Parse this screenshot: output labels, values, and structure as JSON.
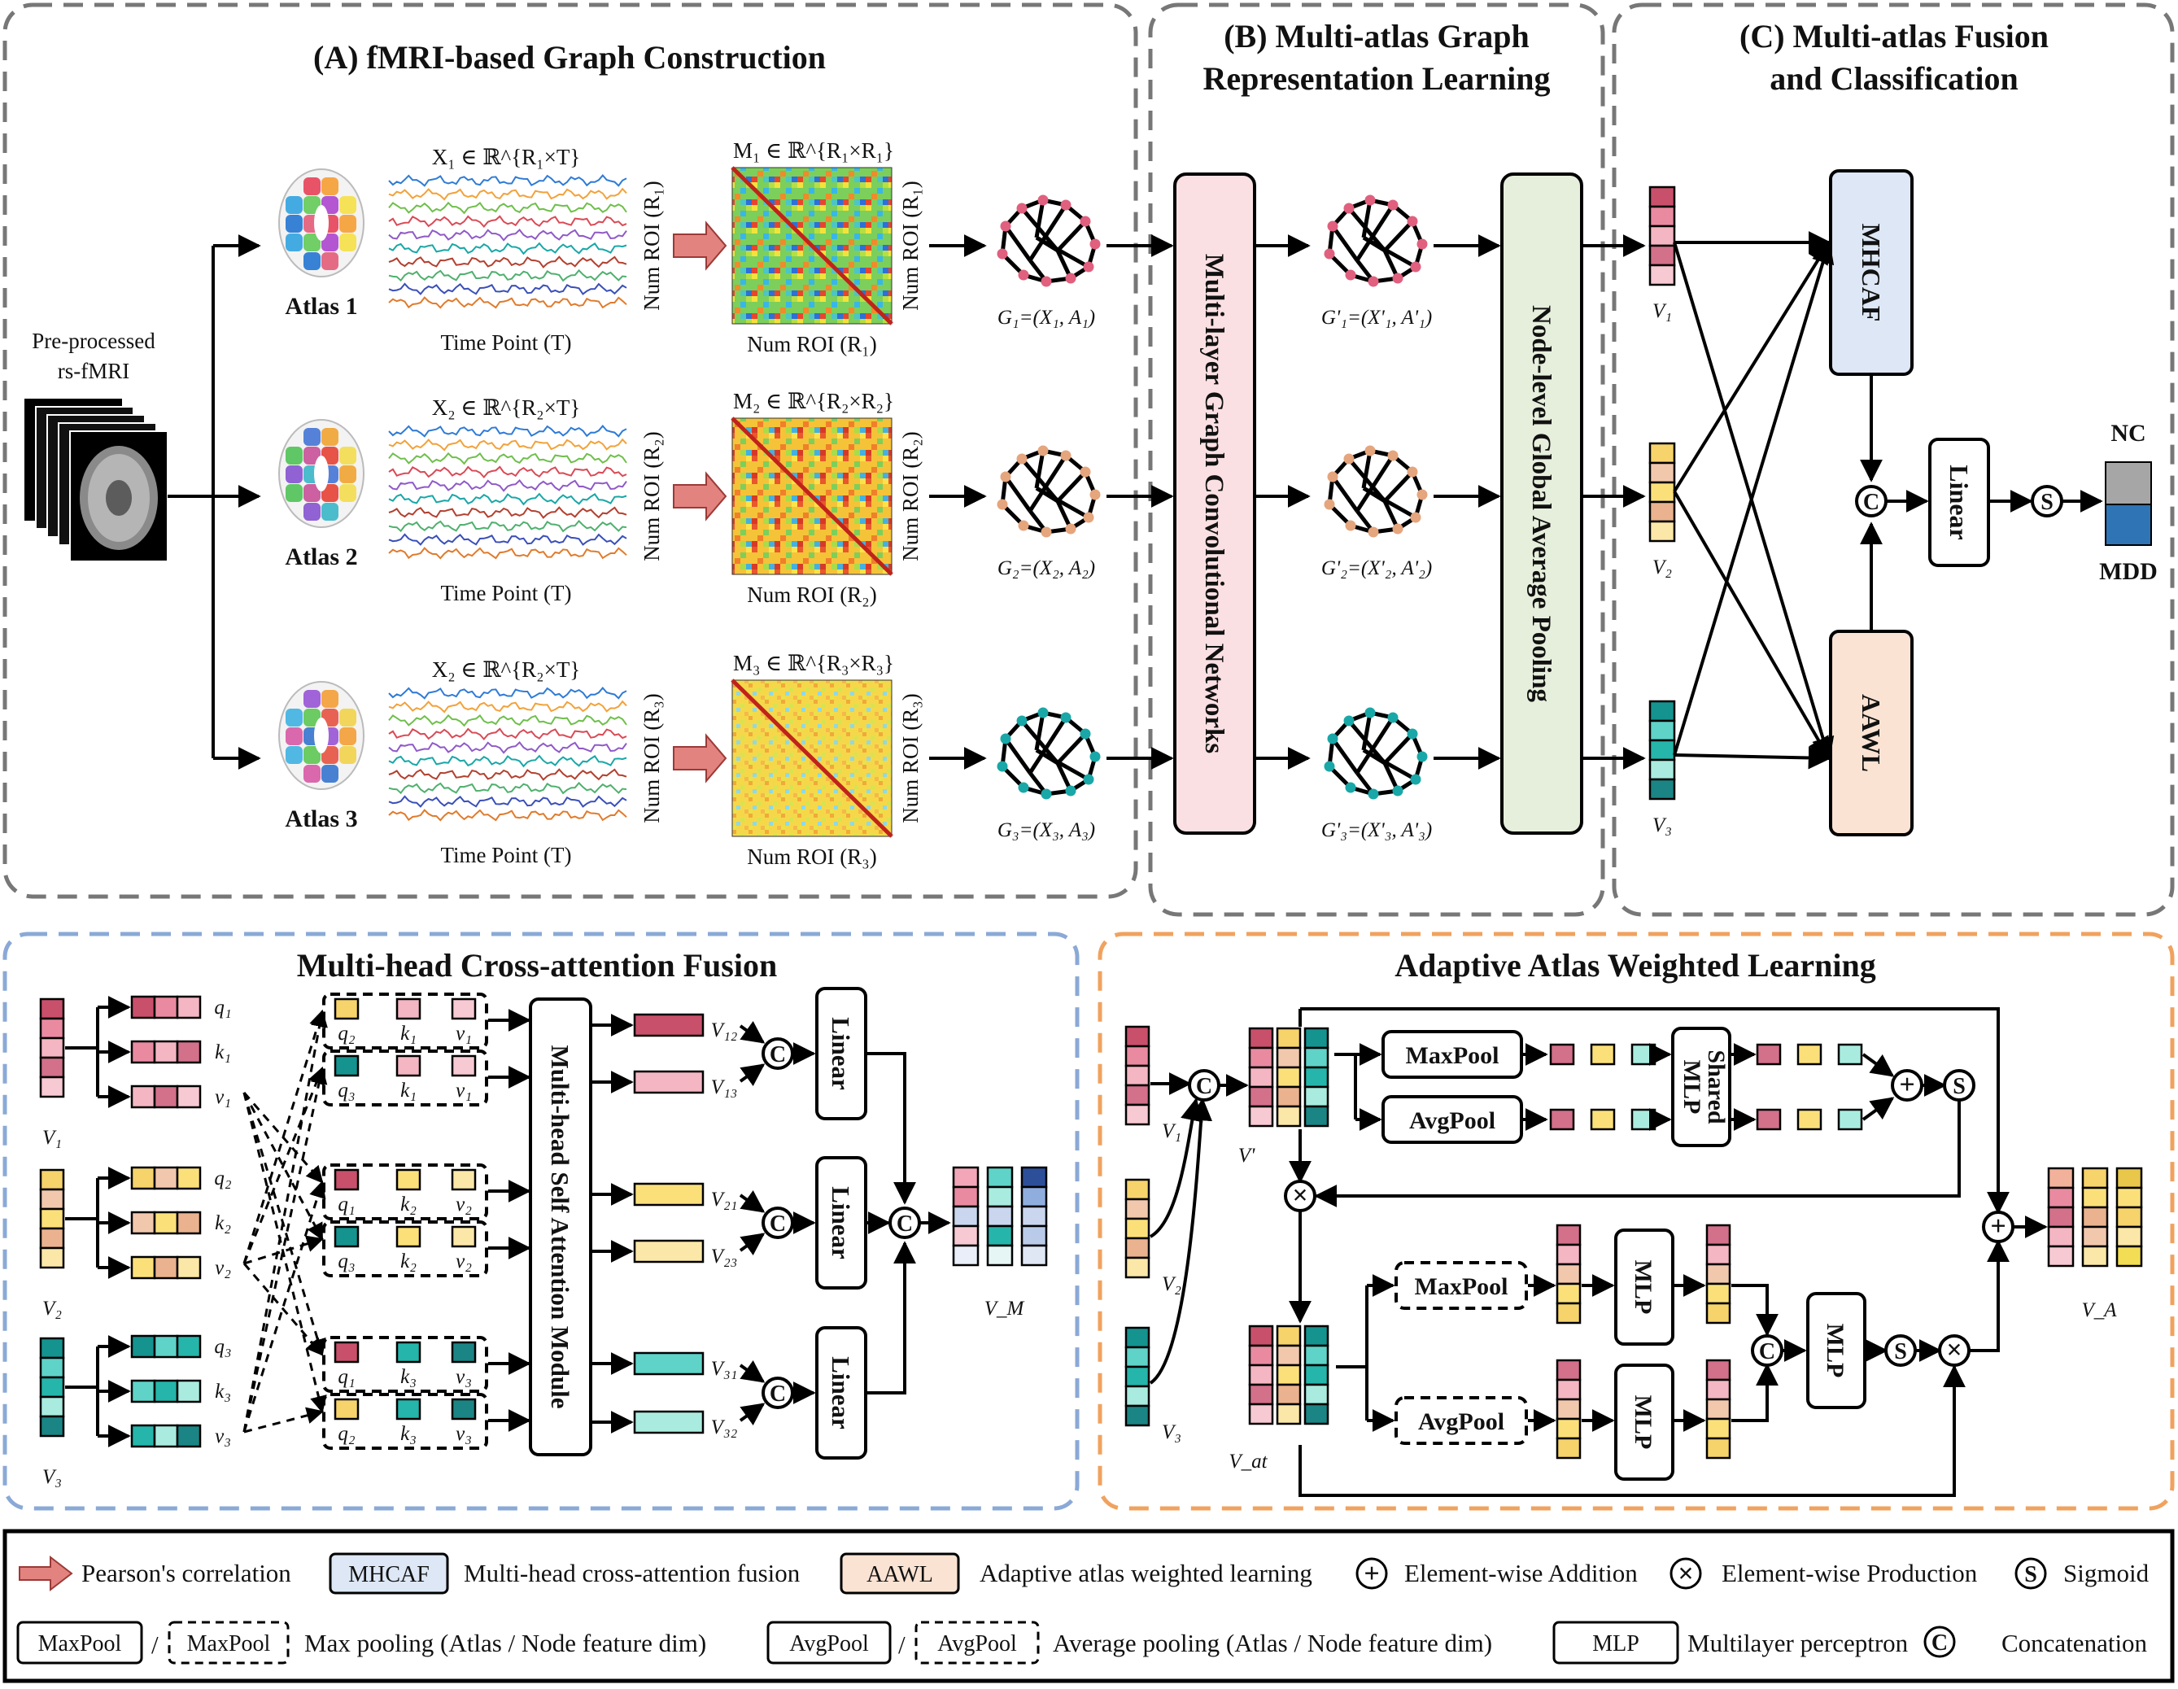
{
  "colors": {
    "panel_dash": "#777777",
    "blue_dash": "#8aa9d6",
    "orange_dash": "#f0a25e",
    "mhcaf": "#dde7f5",
    "aawl": "#fbe3d3",
    "gcn": "#fbe0e3",
    "gap": "#e6efdc",
    "arrow_red": "#e3837f",
    "nc": "#a6a6a6",
    "mdd": "#2f74b5",
    "atlas1": "#e0607e",
    "atlas2": "#e5a57d",
    "atlas3": "#1aa7a7"
  },
  "icons": [
    "brain-atlas-icon",
    "fmri-slice-stack-icon",
    "graph-network-icon",
    "feature-vector-icon",
    "concat-icon",
    "add-icon",
    "multiply-icon",
    "sigmoid-icon",
    "pearson-arrow-icon"
  ],
  "top": {
    "panel_a": {
      "title": "(A) fMRI-based Graph Construction",
      "input_label_1": "Pre-processed",
      "input_label_2": "rs-fMRI",
      "rows": [
        {
          "atlas": "Atlas 1",
          "x_eq": "X₁ ∈ ℝ^{R₁×T}",
          "m_eq": "M₁ ∈ ℝ^{R₁×R₁}",
          "time_label": "Time Point (T)",
          "roi_left": "Num ROI (R₁)",
          "roi_bottom": "Num ROI (R₁)",
          "roi_right": "Num ROI (R₁)",
          "graph": "G₁=(X₁, A₁)"
        },
        {
          "atlas": "Atlas 2",
          "x_eq": "X₂ ∈ ℝ^{R₂×T}",
          "m_eq": "M₂ ∈ ℝ^{R₂×R₂}",
          "time_label": "Time Point (T)",
          "roi_left": "Num ROI (R₂)",
          "roi_bottom": "Num ROI (R₂)",
          "roi_right": "Num ROI (R₂)",
          "graph": "G₂=(X₂, A₂)"
        },
        {
          "atlas": "Atlas 3",
          "x_eq": "X₂ ∈ ℝ^{R₂×T}",
          "m_eq": "M₃ ∈ ℝ^{R₃×R₃}",
          "time_label": "Time Point (T)",
          "roi_left": "Num ROI (R₃)",
          "roi_bottom": "Num ROI (R₃)",
          "roi_right": "Num ROI (R₃)",
          "graph": "G₃=(X₃, A₃)"
        }
      ]
    },
    "panel_b": {
      "title_1": "(B) Multi-atlas Graph",
      "title_2": "Representation Learning",
      "gcn": "Multi-layer Graph Convolutional Networks",
      "gap": "Node-level Global Average Pooling",
      "graphs": [
        "G'₁=(X'₁, A'₁)",
        "G'₂=(X'₂, A'₂)",
        "G'₃=(X'₃, A'₃)"
      ]
    },
    "panel_c": {
      "title_1": "(C) Multi-atlas Fusion",
      "title_2": "and Classification",
      "mhcaf": "MHCAF",
      "aawl": "AAWL",
      "linear": "Linear",
      "concat": "C",
      "sigmoid": "S",
      "nc": "NC",
      "mdd": "MDD",
      "vectors": [
        "V₁",
        "V₂",
        "V₃"
      ]
    }
  },
  "mhcaf_panel": {
    "title": "Multi-head Cross-attention Fusion",
    "module": "Multi-head Self Attention Module",
    "linear": "Linear",
    "concat": "C",
    "v_labels": [
      "V₁",
      "V₂",
      "V₃"
    ],
    "qkv": [
      "q₁",
      "k₁",
      "v₁",
      "q₂",
      "k₂",
      "v₂",
      "q₃",
      "k₃",
      "v₃"
    ],
    "groups": [
      [
        "q₂",
        "k₁",
        "v₁"
      ],
      [
        "q₃",
        "k₁",
        "v₁"
      ],
      [
        "q₁",
        "k₂",
        "v₂"
      ],
      [
        "q₃",
        "k₂",
        "v₂"
      ],
      [
        "q₁",
        "k₃",
        "v₃"
      ],
      [
        "q₂",
        "k₃",
        "v₃"
      ]
    ],
    "outputs": [
      "V₁₂",
      "V₁₃",
      "V₂₁",
      "V₂₃",
      "V₃₁",
      "V₃₂"
    ],
    "vm": "V_M"
  },
  "aawl_panel": {
    "title": "Adaptive Atlas Weighted Learning",
    "maxpool": "MaxPool",
    "avgpool": "AvgPool",
    "shared_mlp_1": "Shared",
    "shared_mlp_2": "MLP",
    "mlp": "MLP",
    "concat": "C",
    "sigmoid": "S",
    "add": "+",
    "mult": "×",
    "v_labels": [
      "V₁",
      "V₂",
      "V₃"
    ],
    "vprime": "V'",
    "vat": "V_at",
    "va": "V_A"
  },
  "legend": [
    {
      "symbol": "pearson-arrow",
      "text": "Pearson's correlation"
    },
    {
      "symbol": "MHCAF",
      "text": "Multi-head cross-attention fusion"
    },
    {
      "symbol": "AAWL",
      "text": "Adaptive atlas weighted learning"
    },
    {
      "symbol": "+",
      "text": "Element-wise Addition"
    },
    {
      "symbol": "×",
      "text": "Element-wise Production"
    },
    {
      "symbol": "S",
      "text": "Sigmoid"
    },
    {
      "symbol": "MaxPool",
      "sep": "/",
      "text": "Max pooling (Atlas / Node feature dim)"
    },
    {
      "symbol": "AvgPool",
      "sep": "/",
      "text": "Average pooling (Atlas / Node feature dim)"
    },
    {
      "symbol": "MLP",
      "text": "Multilayer perceptron"
    },
    {
      "symbol": "C",
      "text": "Concatenation"
    }
  ]
}
